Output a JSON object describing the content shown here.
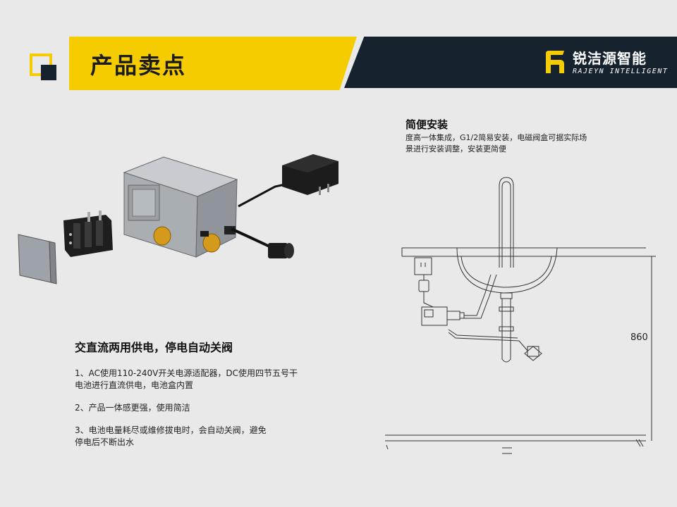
{
  "header": {
    "title": "产品卖点",
    "logo_cn": "锐洁源智能",
    "logo_en": "RAJEYN INTELLIGENT",
    "colors": {
      "accent": "#f5cc00",
      "dark": "#16232f",
      "background": "#e9e9e9"
    }
  },
  "install": {
    "title": "简便安装",
    "desc_line1": "度高一体集成，G1/2简易安装，电磁阀盒可据实际场",
    "desc_line2": "景进行安装调整，安装更简便",
    "dimension": "860"
  },
  "power": {
    "title": "交直流两用供电，停电自动关阀",
    "item1_line1": "1、AC使用110-240V开关电源适配器，DC使用四节五号干",
    "item1_line2": "电池进行直流供电，电池盒内置",
    "item2": "2、产品一体感更强，使用简洁",
    "item3_line1": "3、电池电量耗尽或维修拔电时，会自动关阀，避免",
    "item3_line2": "停电后不断出水"
  },
  "icons": [
    "brand-logo-icon",
    "product-exploded-image",
    "sink-installation-diagram"
  ]
}
